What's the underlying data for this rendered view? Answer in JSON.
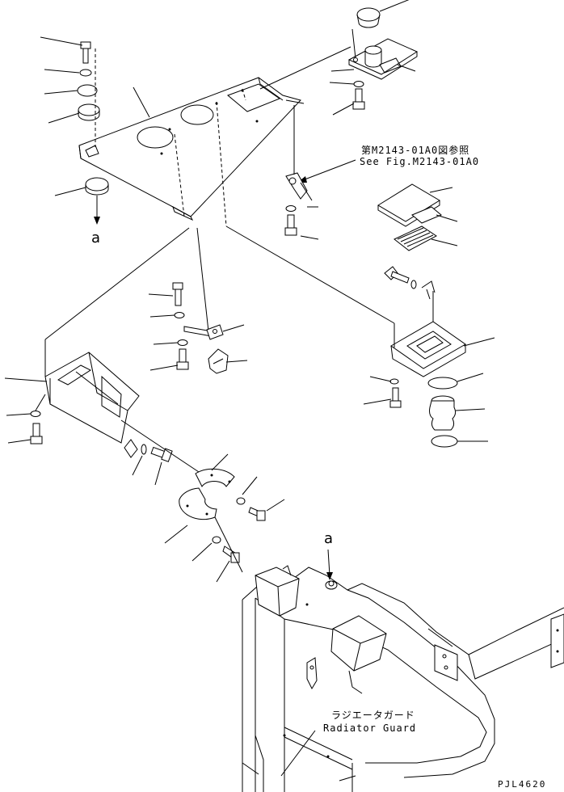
{
  "reference": {
    "jp": "第M2143-01A0図参照",
    "en": "See Fig.M2143-01A0"
  },
  "markers": {
    "a_top": "a",
    "a_bottom": "a"
  },
  "radiator_guard": {
    "jp": "ラジエータガード",
    "en": "Radiator Guard"
  },
  "drawing_code": "PJL4620"
}
